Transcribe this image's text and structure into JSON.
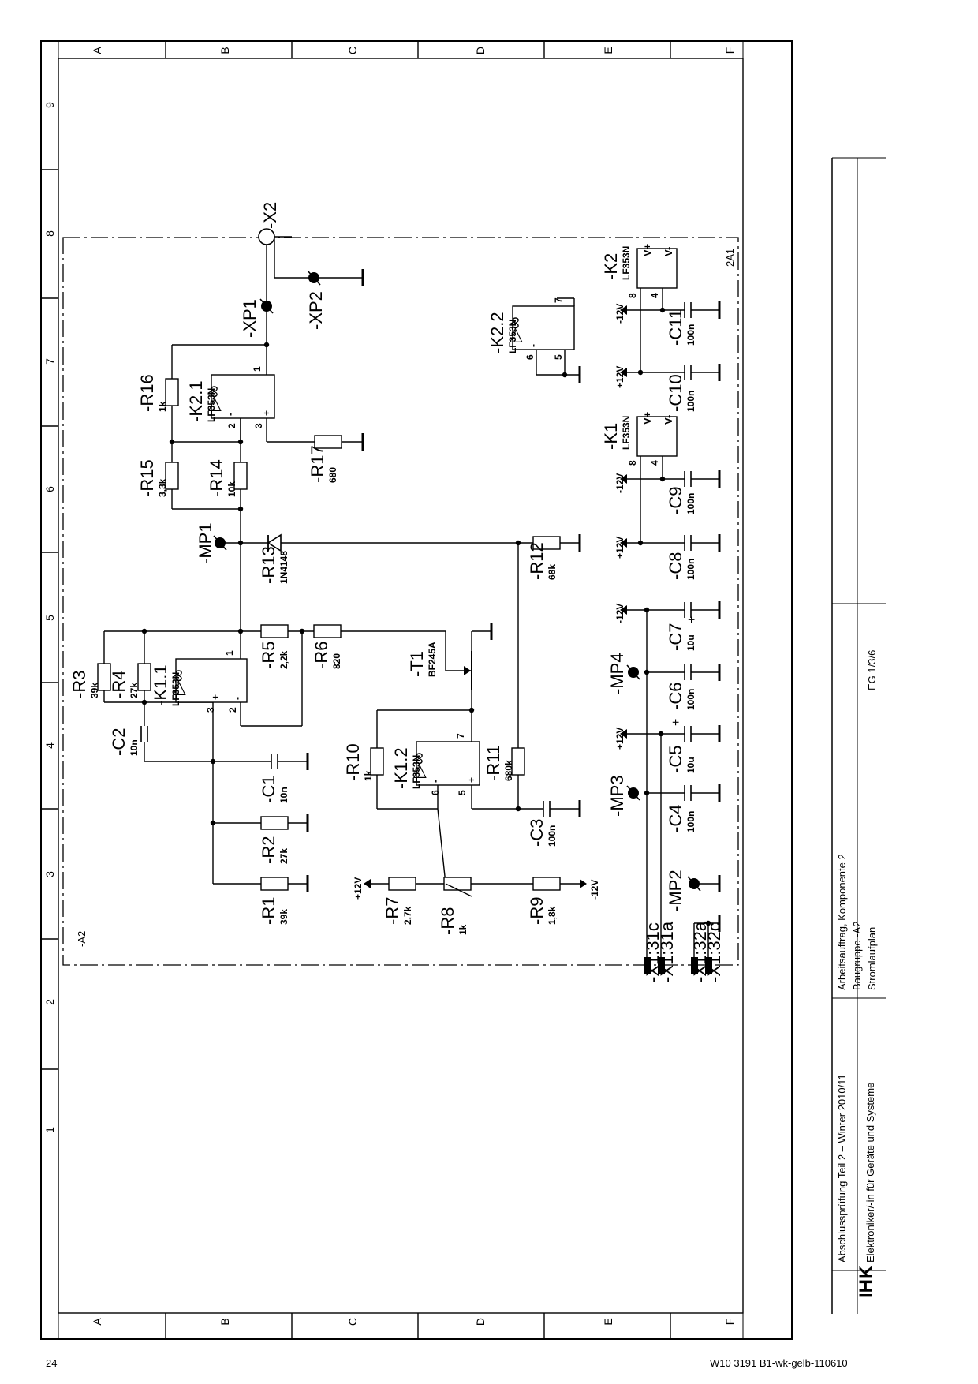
{
  "page": {
    "number": "24",
    "doc_code": "W10 3191 B1-wk-gelb-110610"
  },
  "grid": {
    "rows": [
      "A",
      "B",
      "C",
      "D",
      "E",
      "F"
    ],
    "cols": [
      "1",
      "2",
      "3",
      "4",
      "5",
      "6",
      "7",
      "8",
      "9"
    ]
  },
  "title_block": {
    "logo": "IHK",
    "line1": "Abschlussprüfung Teil 2 – Winter 2010/11",
    "line2": "Elektroniker/-in für Geräte und Systeme",
    "line3": "Arbeitsauftrag, Komponente 2",
    "line4": "Baugruppe -A2",
    "line5": "Stromlaufplan",
    "sheet_ref": "EG 1/3/6"
  },
  "assembly": {
    "name": "-A2",
    "ref": "2A1"
  },
  "components": [
    {
      "ref": "-R1",
      "value": "39k"
    },
    {
      "ref": "-R2",
      "value": "27k"
    },
    {
      "ref": "-R3",
      "value": "39k"
    },
    {
      "ref": "-R4",
      "value": "27k"
    },
    {
      "ref": "-R5",
      "value": "2,2k"
    },
    {
      "ref": "-R6",
      "value": "820"
    },
    {
      "ref": "-R7",
      "value": "2,7k"
    },
    {
      "ref": "-R8",
      "value": "1k"
    },
    {
      "ref": "-R9",
      "value": "1,8k"
    },
    {
      "ref": "-R10",
      "value": "1k"
    },
    {
      "ref": "-R11",
      "value": "680k"
    },
    {
      "ref": "-R12",
      "value": "68k"
    },
    {
      "ref": "-R13",
      "value": "1N4148"
    },
    {
      "ref": "-R14",
      "value": "10k"
    },
    {
      "ref": "-R15",
      "value": "3,3k"
    },
    {
      "ref": "-R16",
      "value": "1k"
    },
    {
      "ref": "-R17",
      "value": "680"
    },
    {
      "ref": "-C1",
      "value": "10n"
    },
    {
      "ref": "-C2",
      "value": "10n"
    },
    {
      "ref": "-C3",
      "value": "100n"
    },
    {
      "ref": "-C4",
      "value": "100n"
    },
    {
      "ref": "-C5",
      "value": "10u"
    },
    {
      "ref": "-C6",
      "value": "100n"
    },
    {
      "ref": "-C7",
      "value": "10u"
    },
    {
      "ref": "-C8",
      "value": "100n"
    },
    {
      "ref": "-C9",
      "value": "100n"
    },
    {
      "ref": "-C10",
      "value": "100n"
    },
    {
      "ref": "-C11",
      "value": "100n"
    },
    {
      "ref": "-T1",
      "value": "BF245A"
    },
    {
      "ref": "-K1.1",
      "value": "LF353N"
    },
    {
      "ref": "-K1.2",
      "value": "LF353N"
    },
    {
      "ref": "-K2.1",
      "value": "LF353N"
    },
    {
      "ref": "-K2.2",
      "value": "LF353N"
    },
    {
      "ref": "-K1",
      "value": "LF353N"
    },
    {
      "ref": "-K2",
      "value": "LF353N"
    }
  ],
  "test_points": [
    "-MP1",
    "-MP2",
    "-MP3",
    "-MP4",
    "-XP1",
    "-XP2",
    "-X2"
  ],
  "connectors": [
    "-X1:31c",
    "-X1:31a",
    "-X1:32a",
    "-X1:32c"
  ],
  "supply": {
    "pos": "+12V",
    "neg": "-12V"
  },
  "pins": {
    "out": "1",
    "inv": "2",
    "noninv": "3",
    "b_inv": "6",
    "b_noninv": "5",
    "b_out": "7",
    "vpos": "8",
    "vneg": "4",
    "vpos_text": "V+",
    "vneg_text": "V-",
    "minus": "-",
    "plus": "+",
    "opamp_symbol": "▷∞"
  }
}
